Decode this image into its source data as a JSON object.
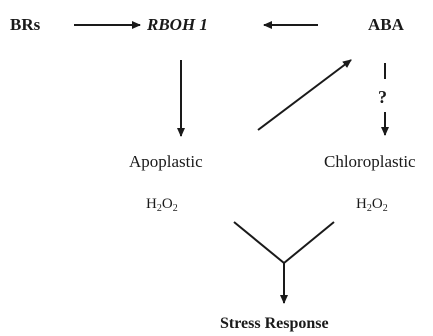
{
  "nodes": {
    "brs": "BRs",
    "rboh": "RBOH 1",
    "aba": "ABA",
    "apoplastic": "Apoplastic",
    "chloroplastic": "Chloroplastic",
    "h2o2_left": {
      "h": "H",
      "sub1": "2",
      "o": "O",
      "sub2": "2"
    },
    "h2o2_right": {
      "h": "H",
      "sub1": "2",
      "o": "O",
      "sub2": "2"
    },
    "stress": "Stress Response"
  },
  "annotations": {
    "question": "?"
  }
}
